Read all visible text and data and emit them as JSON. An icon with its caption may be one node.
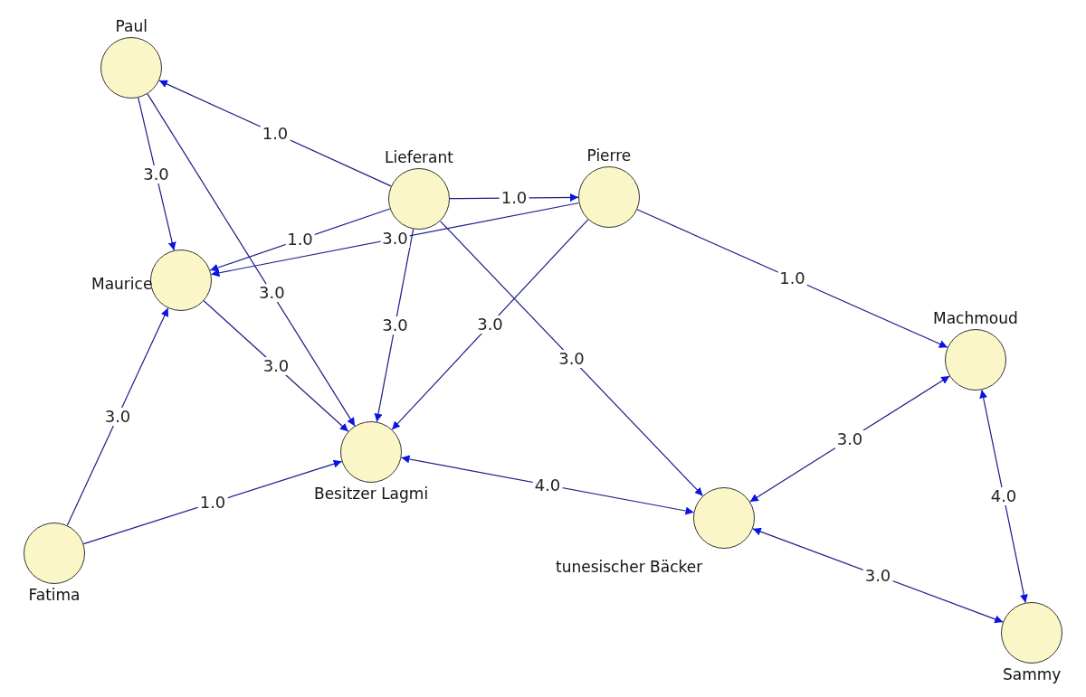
{
  "diagram": {
    "nodes": [
      {
        "text": [
          "Paul"
        ]
      },
      {
        "text": [
          "Lieferant"
        ]
      },
      {
        "text": [
          "Pierre"
        ]
      },
      {
        "text": [
          "Maurice"
        ]
      },
      {
        "text": [
          "Machmoud"
        ]
      },
      {
        "text": [
          "Besitzer Lagmi"
        ]
      },
      {
        "text": [
          "tunesischer Bäcker"
        ]
      },
      {
        "text": [
          "Fatima"
        ]
      },
      {
        "text": [
          "Sammy"
        ]
      }
    ],
    "edges": [
      {
        "from": 1,
        "to": 0,
        "arrow": "to",
        "label": "1.0"
      },
      {
        "from": 1,
        "to": 2,
        "arrow": "to",
        "label": "1.0"
      },
      {
        "from": 2,
        "to": 3,
        "arrow": "to",
        "label": "3.0"
      },
      {
        "from": 1,
        "to": 3,
        "arrow": "to",
        "label": "1.0"
      },
      {
        "from": 0,
        "to": 3,
        "arrow": "to",
        "label": "3.0"
      },
      {
        "from": 0,
        "to": 5,
        "arrow": "to",
        "label": "3.0"
      },
      {
        "from": 3,
        "to": 5,
        "arrow": "to",
        "label": "3.0"
      },
      {
        "from": 1,
        "to": 5,
        "arrow": "to",
        "label": "3.0"
      },
      {
        "from": 2,
        "to": 5,
        "arrow": "to",
        "label": "3.0"
      },
      {
        "from": 1,
        "to": 6,
        "arrow": "to",
        "label": "3.0"
      },
      {
        "from": 2,
        "to": 4,
        "arrow": "to",
        "label": "1.0"
      },
      {
        "from": 4,
        "to": 6,
        "arrow": "both",
        "label": "3.0"
      },
      {
        "from": 4,
        "to": 8,
        "arrow": "both",
        "label": "4.0"
      },
      {
        "from": 6,
        "to": 8,
        "arrow": "both",
        "label": "3.0"
      },
      {
        "from": 5,
        "to": 6,
        "arrow": "both",
        "label": "4.0"
      },
      {
        "from": 7,
        "to": 3,
        "arrow": "to",
        "label": "3.0"
      },
      {
        "from": 7,
        "to": 5,
        "arrow": "to",
        "label": "1.0"
      }
    ]
  }
}
